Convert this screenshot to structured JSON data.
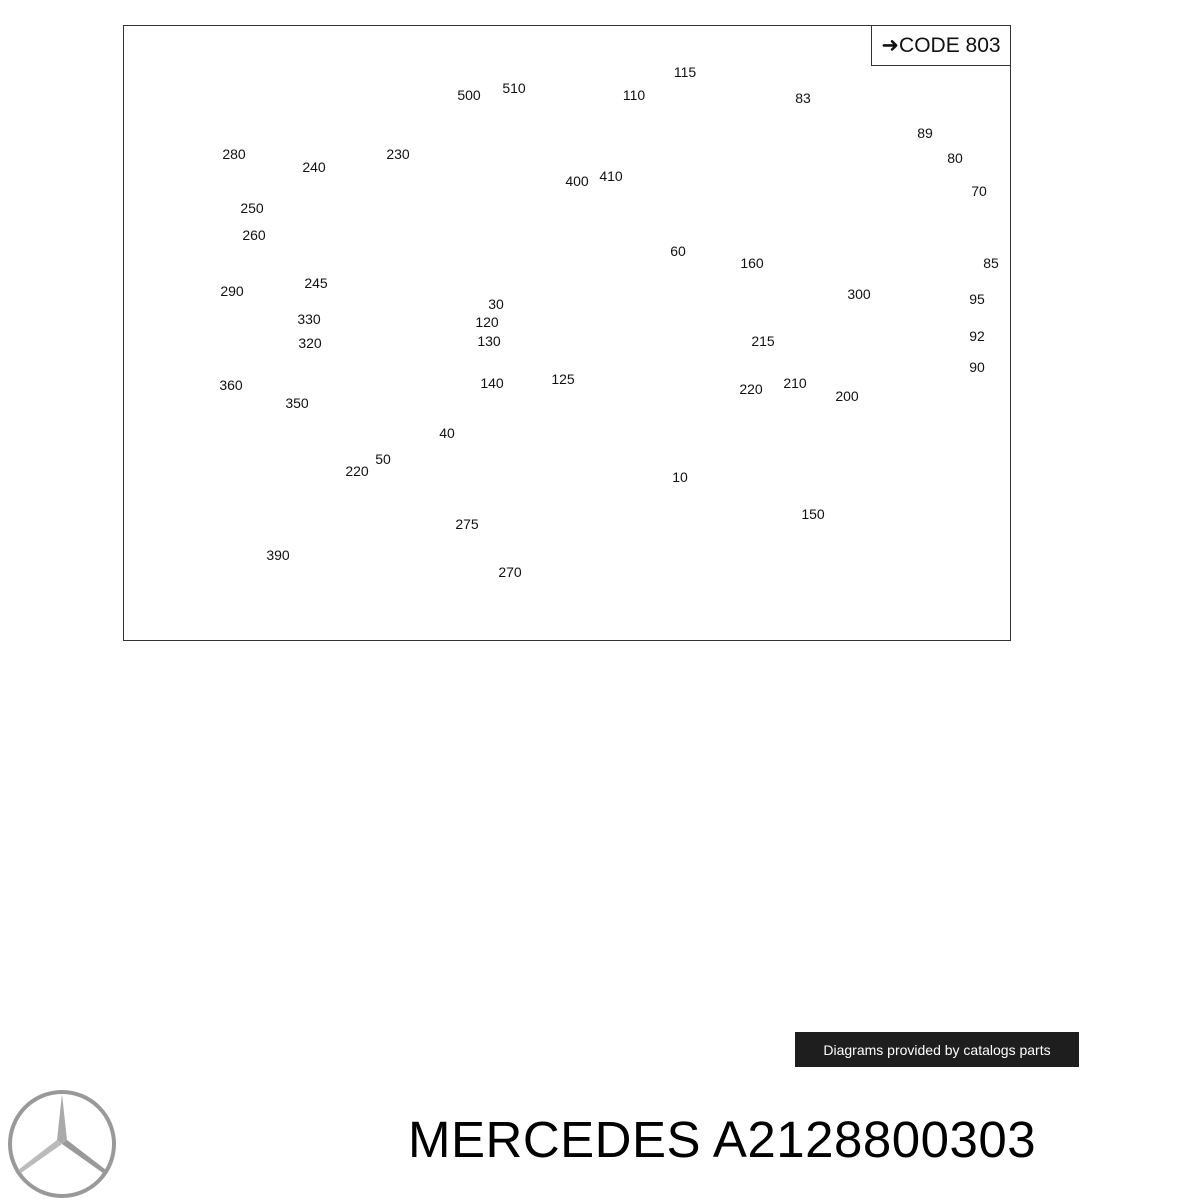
{
  "diagram": {
    "code_label": "CODE 803",
    "code_icon": "arrow-right-icon",
    "part_labels": [
      "500",
      "510",
      "115",
      "110",
      "83",
      "89",
      "80",
      "70",
      "85",
      "95",
      "92",
      "90",
      "280",
      "240",
      "230",
      "250",
      "260",
      "245",
      "290",
      "400",
      "410",
      "60",
      "160",
      "300",
      "30",
      "120",
      "130",
      "125",
      "140",
      "330",
      "320",
      "360",
      "350",
      "215",
      "220",
      "210",
      "200",
      "40",
      "220",
      "50",
      "10",
      "150",
      "275",
      "270",
      "390"
    ]
  },
  "credit": "Diagrams provided by catalogs parts",
  "brand": "MERCEDES",
  "part_number": "A2128800303",
  "logo_icon": "mercedes-star-icon"
}
